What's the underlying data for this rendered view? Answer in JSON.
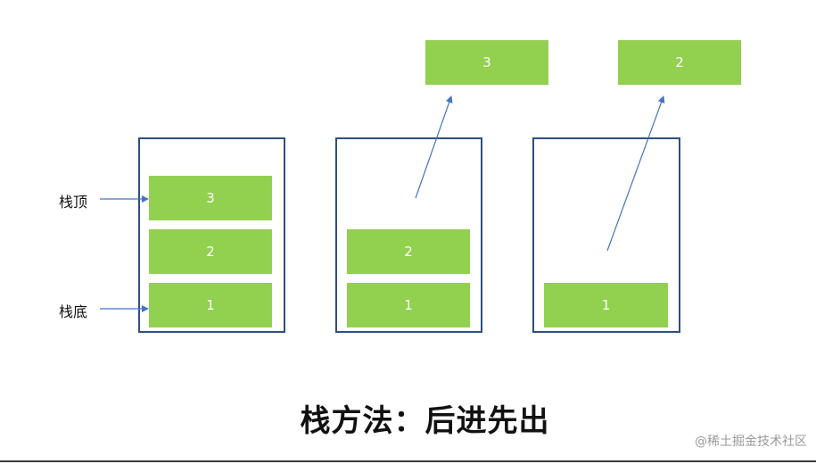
{
  "labels": {
    "top": "栈顶",
    "bottom": "栈底"
  },
  "stacks": [
    {
      "blocks": [
        "3",
        "2",
        "1"
      ]
    },
    {
      "blocks": [
        "2",
        "1"
      ],
      "popped": "3"
    },
    {
      "blocks": [
        "1"
      ],
      "popped": "2"
    }
  ],
  "caption": "栈方法：后进先出",
  "watermark": "@稀土掘金技术社区",
  "colors": {
    "block": "#92d050",
    "border": "#2f4f7f",
    "arrow": "#4472c4"
  }
}
